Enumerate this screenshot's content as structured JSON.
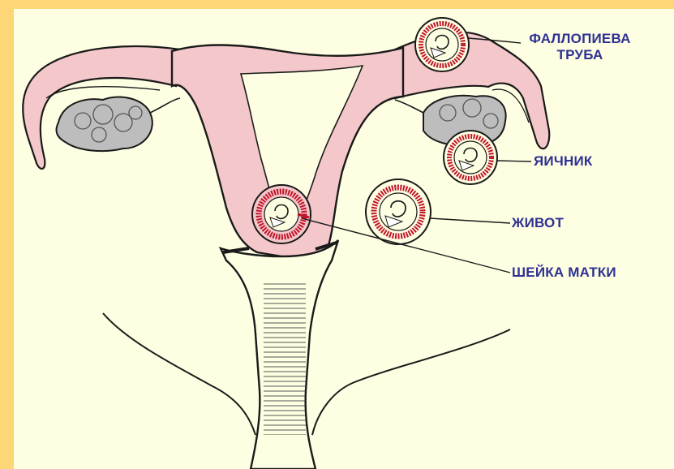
{
  "labels": {
    "fallopian_line1": "ФАЛЛОПИЕВА",
    "fallopian_line2": "ТРУБА",
    "ovary": "ЯИЧНИК",
    "abdomen": "ЖИВОТ",
    "cervix": "ШЕЙКА МАТКИ"
  },
  "colors": {
    "frame": "#fcd677",
    "background": "#fefee2",
    "tissue": "#f4c8cb",
    "embryo_ring": "#c0152a",
    "ovary": "#bdbdbd",
    "label_text": "#2e3192",
    "outline": "#1a1a1a"
  }
}
